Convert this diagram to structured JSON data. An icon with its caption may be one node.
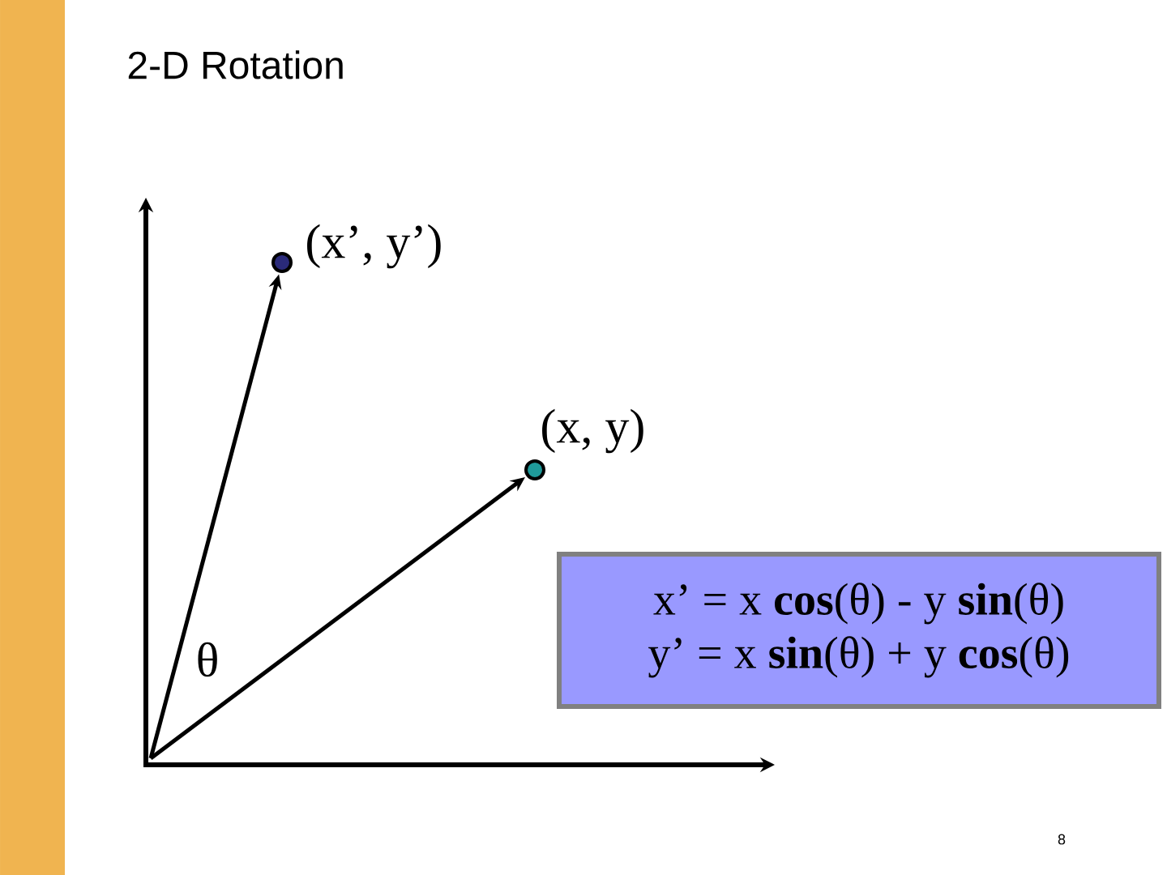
{
  "diagram": {
    "title": "2-D Rotation",
    "nodes": [
      {
        "text": [],
        "shape": "circle",
        "beside": [
          "(x’, y’)"
        ]
      },
      {
        "text": [],
        "shape": "circle",
        "beside": [
          "(x, y)"
        ]
      },
      {
        "text": [
          "x’ = x **cos**(θ) - y **sin**(θ)",
          "y’ = x **sin**(θ) + y **cos**(θ)"
        ]
      }
    ],
    "edges": [
      {
        "from": null,
        "to": 0,
        "arrow": "to"
      },
      {
        "from": null,
        "to": 1,
        "arrow": "to"
      }
    ],
    "labels": [
      "θ",
      "8"
    ]
  }
}
